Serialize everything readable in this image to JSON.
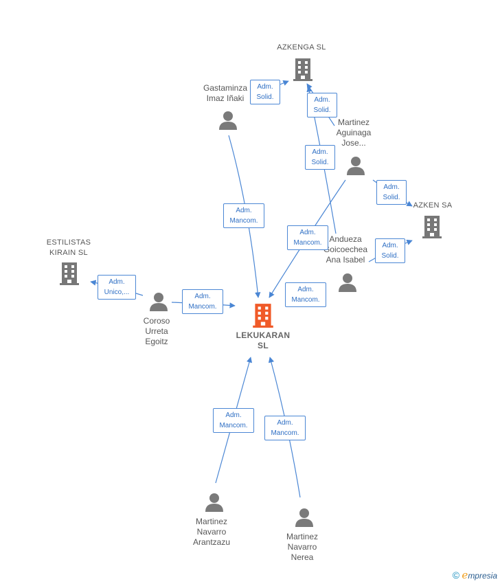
{
  "nodes": {
    "lekukaran": {
      "label_1": "LEKUKARAN",
      "label_2": "SL",
      "color": "#f05a28"
    },
    "azkenga": {
      "label_1": "AZKENGA  SL"
    },
    "azken": {
      "label_1": "AZKEN SA"
    },
    "estilistas": {
      "label_1": "ESTILISTAS",
      "label_2": "KIRAIN  SL"
    },
    "gastaminza": {
      "label_1": "Gastaminza",
      "label_2": "Imaz Iñaki"
    },
    "martinez_aguinaga": {
      "label_1": "Martinez",
      "label_2": "Aguinaga",
      "label_3": "Jose..."
    },
    "andueza": {
      "label_1": "Andueza",
      "label_2": "Goicoechea",
      "label_3": "Ana Isabel"
    },
    "coroso": {
      "label_1": "Coroso",
      "label_2": "Urreta",
      "label_3": "Egoitz"
    },
    "arantzazu": {
      "label_1": "Martinez",
      "label_2": "Navarro",
      "label_3": "Arantzazu"
    },
    "nerea": {
      "label_1": "Martinez",
      "label_2": "Navarro",
      "label_3": "Nerea"
    }
  },
  "edges": [
    {
      "line_1": "Adm.",
      "line_2": "Solid."
    },
    {
      "line_1": "Adm.",
      "line_2": "Solid."
    },
    {
      "line_1": "Adm.",
      "line_2": "Solid."
    },
    {
      "line_1": "Adm.",
      "line_2": "Solid."
    },
    {
      "line_1": "Adm.",
      "line_2": "Solid."
    },
    {
      "line_1": "Adm.",
      "line_2": "Mancom."
    },
    {
      "line_1": "Adm.",
      "line_2": "Mancom."
    },
    {
      "line_1": "Adm.",
      "line_2": "Mancom."
    },
    {
      "line_1": "Adm.",
      "line_2": "Mancom."
    },
    {
      "line_1": "Adm.",
      "line_2": "Unico,..."
    },
    {
      "line_1": "Adm.",
      "line_2": "Mancom."
    },
    {
      "line_1": "Adm.",
      "line_2": "Mancom."
    }
  ],
  "brand": {
    "copyright": "©",
    "e": "e",
    "rest": "mpresia"
  },
  "colors": {
    "edge": "#4a86d4",
    "person": "#7a7a7a",
    "company": "#777777",
    "main_company": "#f05a28"
  }
}
